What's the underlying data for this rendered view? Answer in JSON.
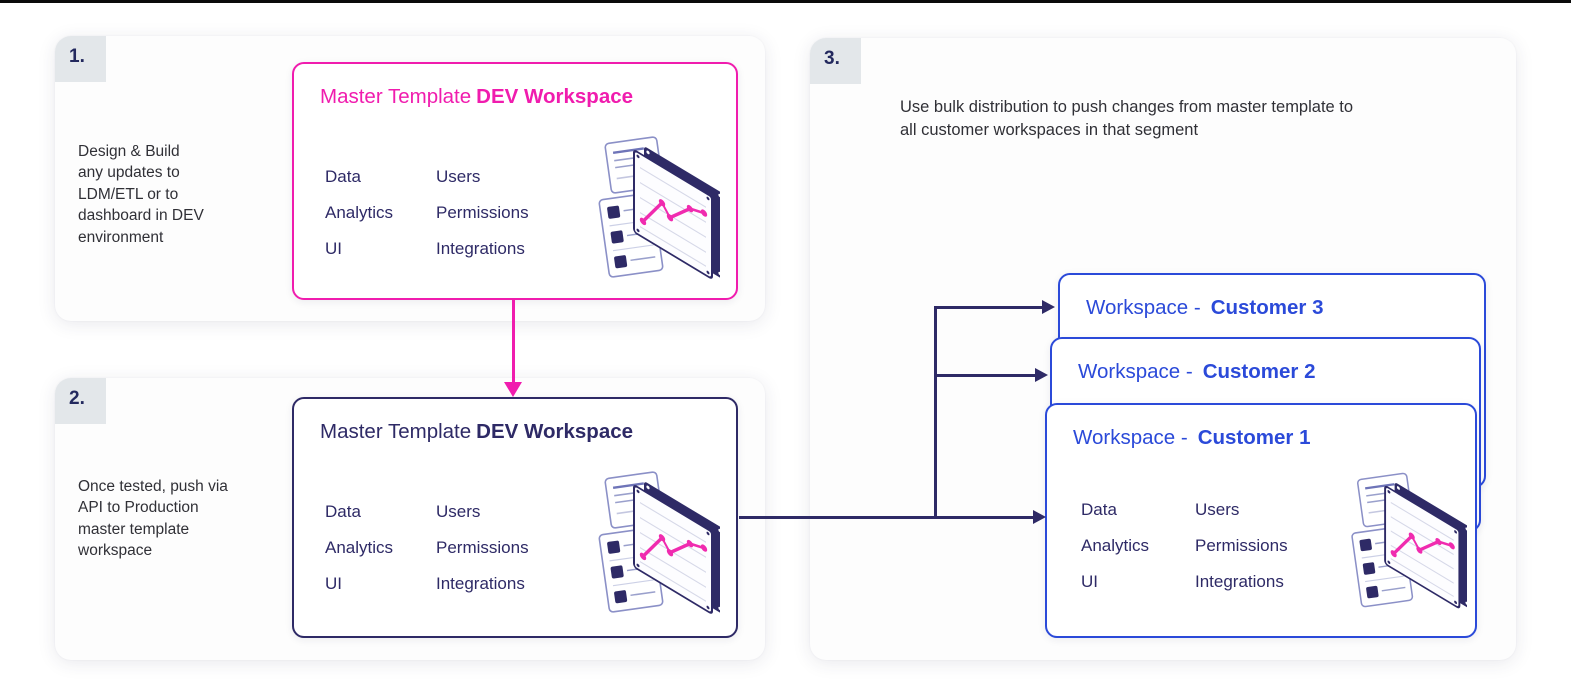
{
  "colors": {
    "pink": "#f01cae",
    "navy": "#2e2a66",
    "blue": "#2b4ad9",
    "badge_bg": "#e3e7ea",
    "body_text": "#303036"
  },
  "steps": [
    {
      "number": "1.",
      "description": "Design & Build\nany updates to\nLDM/ETL or to\ndashboard in DEV\nenvironment"
    },
    {
      "number": "2.",
      "description": "Once tested, push via\nAPI to Production\nmaster template\nworkspace"
    },
    {
      "number": "3.",
      "description": "Use bulk distribution to push changes from master template to\nall customer workspaces in that segment"
    }
  ],
  "cards": {
    "step1": {
      "title_regular": "Master Template",
      "title_bold": "DEV Workspace",
      "items_left": [
        "Data",
        "Analytics",
        "UI"
      ],
      "items_right": [
        "Users",
        "Permissions",
        "Integrations"
      ],
      "icon": "dashboard-chart-illustration"
    },
    "step2": {
      "title_regular": "Master Template",
      "title_bold": "DEV Workspace",
      "items_left": [
        "Data",
        "Analytics",
        "UI"
      ],
      "items_right": [
        "Users",
        "Permissions",
        "Integrations"
      ],
      "icon": "dashboard-chart-illustration"
    },
    "customers": [
      {
        "title_regular": "Workspace -",
        "title_bold": "Customer 3"
      },
      {
        "title_regular": "Workspace -",
        "title_bold": "Customer 2"
      },
      {
        "title_regular": "Workspace -",
        "title_bold": "Customer 1",
        "items_left": [
          "Data",
          "Analytics",
          "UI"
        ],
        "items_right": [
          "Users",
          "Permissions",
          "Integrations"
        ],
        "icon": "dashboard-chart-illustration"
      }
    ]
  }
}
